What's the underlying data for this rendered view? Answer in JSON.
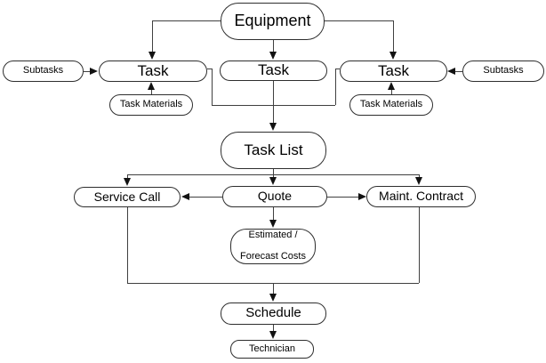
{
  "diagram": {
    "type": "flowchart",
    "nodes": {
      "equipment": {
        "label": "Equipment"
      },
      "subtasks_left": {
        "label": "Subtasks"
      },
      "subtasks_right": {
        "label": "Subtasks"
      },
      "task_left": {
        "label": "Task"
      },
      "task_center": {
        "label": "Task"
      },
      "task_right": {
        "label": "Task"
      },
      "task_materials_left": {
        "label": "Task Materials"
      },
      "task_materials_right": {
        "label": "Task Materials"
      },
      "task_list": {
        "label": "Task List"
      },
      "service_call": {
        "label": "Service Call"
      },
      "quote": {
        "label": "Quote"
      },
      "maint_contract": {
        "label": "Maint. Contract"
      },
      "estimated_costs": {
        "label_line1": "Estimated /",
        "label_line2": "Forecast Costs"
      },
      "schedule": {
        "label": "Schedule"
      },
      "technician": {
        "label": "Technician"
      }
    },
    "edges": [
      {
        "from": "Equipment",
        "to": "Task (left)"
      },
      {
        "from": "Equipment",
        "to": "Task (center)"
      },
      {
        "from": "Equipment",
        "to": "Task (right)"
      },
      {
        "from": "Subtasks (left)",
        "to": "Task (left)"
      },
      {
        "from": "Subtasks (right)",
        "to": "Task (right)"
      },
      {
        "from": "Task Materials (left)",
        "to": "Task (left)"
      },
      {
        "from": "Task Materials (right)",
        "to": "Task (right)"
      },
      {
        "from": "Task (left)",
        "to": "Task List"
      },
      {
        "from": "Task (center)",
        "to": "Task List"
      },
      {
        "from": "Task (right)",
        "to": "Task List"
      },
      {
        "from": "Task List",
        "to": "Service Call"
      },
      {
        "from": "Task List",
        "to": "Quote"
      },
      {
        "from": "Task List",
        "to": "Maint. Contract"
      },
      {
        "from": "Quote",
        "to": "Service Call"
      },
      {
        "from": "Quote",
        "to": "Maint. Contract"
      },
      {
        "from": "Quote",
        "to": "Estimated / Forecast Costs"
      },
      {
        "from": "Service Call",
        "to": "Schedule"
      },
      {
        "from": "Maint. Contract",
        "to": "Schedule"
      },
      {
        "from": "Schedule",
        "to": "Technician"
      }
    ],
    "colors": {
      "background": "#ffffff",
      "node_fill": "#ffffff",
      "node_border": "#2e2e2e",
      "connector": "#404040",
      "arrowhead": "#121212",
      "text": "#000000"
    }
  }
}
